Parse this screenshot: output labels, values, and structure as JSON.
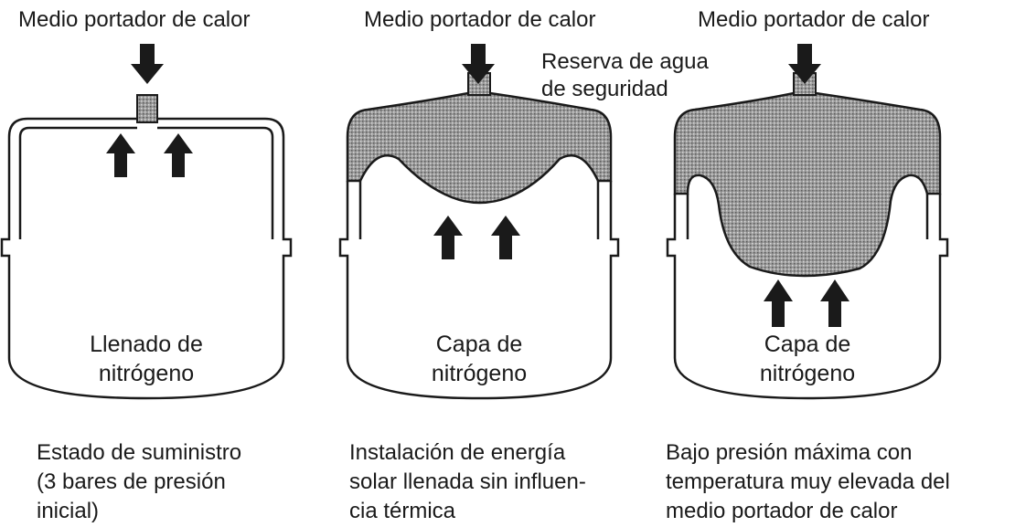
{
  "panels": [
    {
      "top_label": "Medio portador de calor",
      "gas_label_line1": "Llenado de",
      "gas_label_line2": "nitrógeno",
      "caption": [
        "Estado de suministro",
        "(3 bares de presión",
        "inicial)"
      ]
    },
    {
      "top_label": "Medio portador de calor",
      "side_label_line1": "Reserva de agua",
      "side_label_line2": "de seguridad",
      "gas_label_line1": "Capa de",
      "gas_label_line2": "nitrógeno",
      "caption": [
        "Instalación de energía",
        "solar llenada sin influen-",
        "cia térmica"
      ]
    },
    {
      "top_label": "Medio portador de calor",
      "gas_label_line1": "Capa de",
      "gas_label_line2": "nitrógeno",
      "caption": [
        "Bajo presión máxima con",
        "temperatura muy elevada del",
        "medio portador de calor"
      ]
    }
  ],
  "colors": {
    "line": "#1a1a1a",
    "fill": "#8a8a8a",
    "background": "#ffffff"
  }
}
